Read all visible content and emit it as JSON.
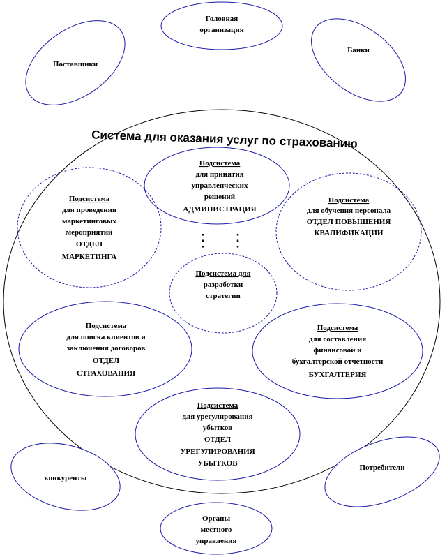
{
  "title": "Система для оказания услуг по страхованию",
  "outer_entities": {
    "head_org": [
      "Головная",
      "организация"
    ],
    "suppliers": [
      "Поставщики"
    ],
    "banks": [
      "Банки"
    ],
    "competitors": [
      "конкуренты"
    ],
    "consumers": [
      "Потребители"
    ],
    "local_gov": [
      "Органы",
      "местного",
      "управления"
    ]
  },
  "subsystems": {
    "admin": [
      "Подсистема",
      "для принятия",
      "управленческих",
      "решений",
      "АДМИНИСТРАЦИЯ"
    ],
    "marketing": [
      "Подсистема",
      "для проведения",
      "маркетинговых",
      "мероприятий",
      "ОТДЕЛ",
      "МАРКЕТИНГА"
    ],
    "training": [
      "Подсистема",
      "для обучения персонала",
      "ОТДЕЛ ПОВЫШЕНИЯ",
      "КВАЛИФИКАЦИИ"
    ],
    "strategy": [
      "Подсистема для",
      "разработки",
      "стратегии"
    ],
    "insurance": [
      "Подсистема",
      "для поиска клиентов  и",
      "заключения договоров",
      "ОТДЕЛ",
      "СТРАХОВАНИЯ"
    ],
    "accounting": [
      "Подсистема",
      "для составления",
      "финансовой и",
      "бухгалтерской отчетности",
      "БУХГАЛТЕРИЯ"
    ],
    "settlement": [
      "Подсистема",
      "для урегулирования",
      "убытков",
      "ОТДЕЛ",
      "УРЕГУЛИРОВАНИЯ",
      "УБЫТКОВ"
    ]
  },
  "colors": {
    "ellipse_stroke": "#1a1aa6",
    "system_stroke": "#000000",
    "text": "#000000"
  }
}
